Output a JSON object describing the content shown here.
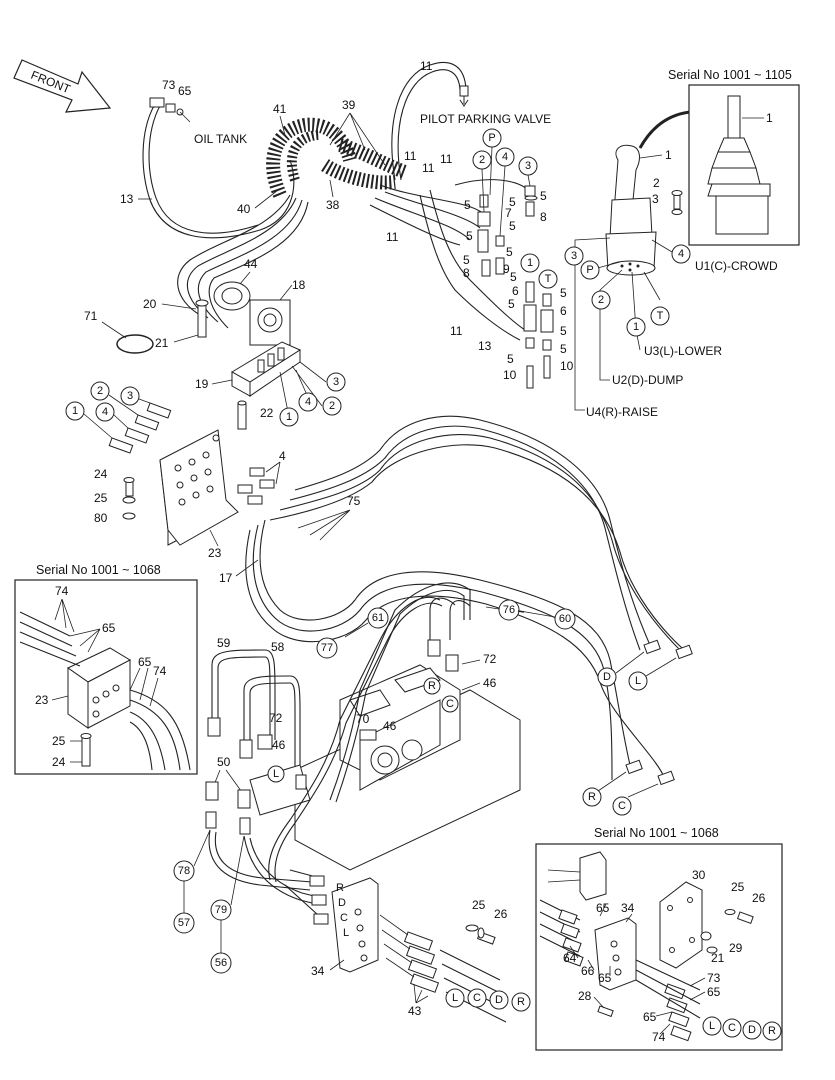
{
  "front_arrow": "FRONT",
  "callouts": {
    "oil_tank": "OIL TANK",
    "pilot_parking_valve": "PILOT PARKING VALVE",
    "u1": "U1(C)-CROWD",
    "u2": "U2(D)-DUMP",
    "u3": "U3(L)-LOWER",
    "u4": "U4(R)-RAISE"
  },
  "insets": {
    "serial_joystick": "Serial No 1001 ~ 1105",
    "serial_left_block": "Serial No 1001 ~ 1068",
    "serial_right_block": "Serial No 1001 ~ 1068"
  },
  "part_numbers": {
    "p1": "1",
    "p2": "2",
    "p3": "3",
    "p4": "4",
    "p5": "5",
    "p6": "6",
    "p7": "7",
    "p8": "8",
    "p9": "9",
    "p10": "10",
    "p11": "11",
    "p13": "13",
    "p17": "17",
    "p18": "18",
    "p19": "19",
    "p20": "20",
    "p21": "21",
    "p22": "22",
    "p23": "23",
    "p24": "24",
    "p25": "25",
    "p26": "26",
    "p28": "28",
    "p29": "29",
    "p30": "30",
    "p34": "34",
    "p38": "38",
    "p39": "39",
    "p40": "40",
    "p41": "41",
    "p43": "43",
    "p44": "44",
    "p46": "46",
    "p50": "50",
    "p58": "58",
    "p59": "59",
    "p64": "64",
    "p65": "65",
    "p66": "66",
    "p70": "70",
    "p71": "71",
    "p72": "72",
    "p73": "73",
    "p74": "74",
    "p75": "75",
    "p80": "80"
  },
  "circled_refs": {
    "c1": "1",
    "c2": "2",
    "c3": "3",
    "c4": "4",
    "cP": "P",
    "cT": "T",
    "cC": "C",
    "cD": "D",
    "cL": "L",
    "cR": "R",
    "c56": "56",
    "c57": "57",
    "c60": "60",
    "c61": "61",
    "c76": "76",
    "c77": "77",
    "c78": "78",
    "c79": "79"
  }
}
